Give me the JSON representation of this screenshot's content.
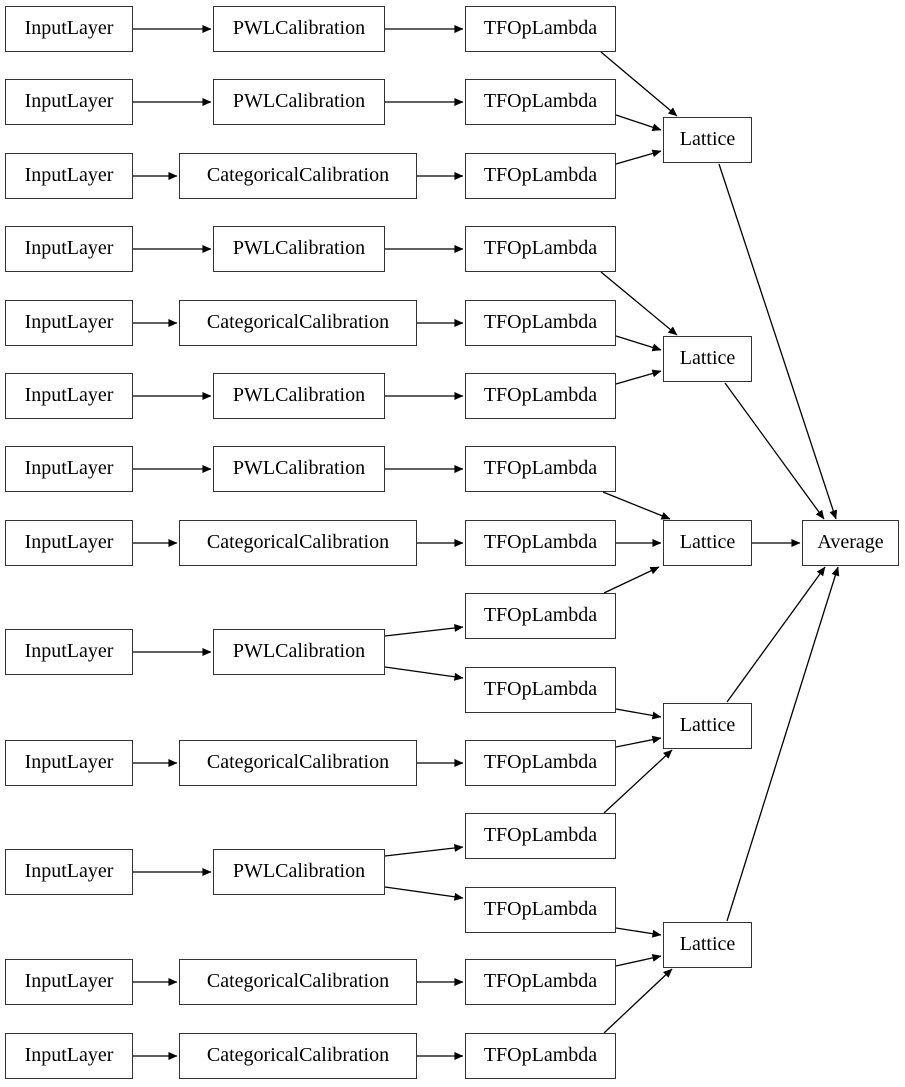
{
  "diagram": {
    "kind": "keras-model-architecture-graph",
    "colors": {
      "background": "#ffffff",
      "node_fill": "#ffffff",
      "node_border": "#333333",
      "edge": "#000000",
      "text": "#000000"
    },
    "nodes": [
      {
        "id": "input-1",
        "label": "InputLayer"
      },
      {
        "id": "input-2",
        "label": "InputLayer"
      },
      {
        "id": "input-3",
        "label": "InputLayer"
      },
      {
        "id": "input-4",
        "label": "InputLayer"
      },
      {
        "id": "input-5",
        "label": "InputLayer"
      },
      {
        "id": "input-6",
        "label": "InputLayer"
      },
      {
        "id": "input-7",
        "label": "InputLayer"
      },
      {
        "id": "input-8",
        "label": "InputLayer"
      },
      {
        "id": "input-9",
        "label": "InputLayer"
      },
      {
        "id": "input-10",
        "label": "InputLayer"
      },
      {
        "id": "input-11",
        "label": "InputLayer"
      },
      {
        "id": "input-12",
        "label": "InputLayer"
      },
      {
        "id": "input-13",
        "label": "InputLayer"
      },
      {
        "id": "pwl-1",
        "label": "PWLCalibration"
      },
      {
        "id": "pwl-2",
        "label": "PWLCalibration"
      },
      {
        "id": "cat-1",
        "label": "CategoricalCalibration"
      },
      {
        "id": "pwl-3",
        "label": "PWLCalibration"
      },
      {
        "id": "cat-2",
        "label": "CategoricalCalibration"
      },
      {
        "id": "pwl-4",
        "label": "PWLCalibration"
      },
      {
        "id": "pwl-5",
        "label": "PWLCalibration"
      },
      {
        "id": "cat-3",
        "label": "CategoricalCalibration"
      },
      {
        "id": "pwl-6",
        "label": "PWLCalibration"
      },
      {
        "id": "cat-4",
        "label": "CategoricalCalibration"
      },
      {
        "id": "pwl-7",
        "label": "PWLCalibration"
      },
      {
        "id": "cat-5",
        "label": "CategoricalCalibration"
      },
      {
        "id": "cat-6",
        "label": "CategoricalCalibration"
      },
      {
        "id": "tfop-1",
        "label": "TFOpLambda"
      },
      {
        "id": "tfop-2",
        "label": "TFOpLambda"
      },
      {
        "id": "tfop-3",
        "label": "TFOpLambda"
      },
      {
        "id": "tfop-4",
        "label": "TFOpLambda"
      },
      {
        "id": "tfop-5",
        "label": "TFOpLambda"
      },
      {
        "id": "tfop-6",
        "label": "TFOpLambda"
      },
      {
        "id": "tfop-7",
        "label": "TFOpLambda"
      },
      {
        "id": "tfop-8",
        "label": "TFOpLambda"
      },
      {
        "id": "tfop-9",
        "label": "TFOpLambda"
      },
      {
        "id": "tfop-10",
        "label": "TFOpLambda"
      },
      {
        "id": "tfop-11",
        "label": "TFOpLambda"
      },
      {
        "id": "tfop-12",
        "label": "TFOpLambda"
      },
      {
        "id": "tfop-13",
        "label": "TFOpLambda"
      },
      {
        "id": "tfop-14",
        "label": "TFOpLambda"
      },
      {
        "id": "tfop-15",
        "label": "TFOpLambda"
      },
      {
        "id": "lattice-1",
        "label": "Lattice"
      },
      {
        "id": "lattice-2",
        "label": "Lattice"
      },
      {
        "id": "lattice-3",
        "label": "Lattice"
      },
      {
        "id": "lattice-4",
        "label": "Lattice"
      },
      {
        "id": "lattice-5",
        "label": "Lattice"
      },
      {
        "id": "average-1",
        "label": "Average"
      }
    ],
    "edges": [
      {
        "from": "input-1",
        "to": "pwl-1"
      },
      {
        "from": "input-2",
        "to": "pwl-2"
      },
      {
        "from": "input-3",
        "to": "cat-1"
      },
      {
        "from": "input-4",
        "to": "pwl-3"
      },
      {
        "from": "input-5",
        "to": "cat-2"
      },
      {
        "from": "input-6",
        "to": "pwl-4"
      },
      {
        "from": "input-7",
        "to": "pwl-5"
      },
      {
        "from": "input-8",
        "to": "cat-3"
      },
      {
        "from": "input-9",
        "to": "pwl-6"
      },
      {
        "from": "input-10",
        "to": "cat-4"
      },
      {
        "from": "input-11",
        "to": "pwl-7"
      },
      {
        "from": "input-12",
        "to": "cat-5"
      },
      {
        "from": "input-13",
        "to": "cat-6"
      },
      {
        "from": "pwl-1",
        "to": "tfop-1"
      },
      {
        "from": "pwl-2",
        "to": "tfop-2"
      },
      {
        "from": "cat-1",
        "to": "tfop-3"
      },
      {
        "from": "pwl-3",
        "to": "tfop-4"
      },
      {
        "from": "cat-2",
        "to": "tfop-5"
      },
      {
        "from": "pwl-4",
        "to": "tfop-6"
      },
      {
        "from": "pwl-5",
        "to": "tfop-7"
      },
      {
        "from": "cat-3",
        "to": "tfop-8"
      },
      {
        "from": "pwl-6",
        "to": "tfop-9"
      },
      {
        "from": "pwl-6",
        "to": "tfop-10"
      },
      {
        "from": "cat-4",
        "to": "tfop-11"
      },
      {
        "from": "pwl-7",
        "to": "tfop-12"
      },
      {
        "from": "pwl-7",
        "to": "tfop-13"
      },
      {
        "from": "cat-5",
        "to": "tfop-14"
      },
      {
        "from": "cat-6",
        "to": "tfop-15"
      },
      {
        "from": "tfop-1",
        "to": "lattice-1"
      },
      {
        "from": "tfop-2",
        "to": "lattice-1"
      },
      {
        "from": "tfop-3",
        "to": "lattice-1"
      },
      {
        "from": "tfop-4",
        "to": "lattice-2"
      },
      {
        "from": "tfop-5",
        "to": "lattice-2"
      },
      {
        "from": "tfop-6",
        "to": "lattice-2"
      },
      {
        "from": "tfop-7",
        "to": "lattice-3"
      },
      {
        "from": "tfop-8",
        "to": "lattice-3"
      },
      {
        "from": "tfop-9",
        "to": "lattice-3"
      },
      {
        "from": "tfop-10",
        "to": "lattice-4"
      },
      {
        "from": "tfop-11",
        "to": "lattice-4"
      },
      {
        "from": "tfop-12",
        "to": "lattice-4"
      },
      {
        "from": "tfop-13",
        "to": "lattice-5"
      },
      {
        "from": "tfop-14",
        "to": "lattice-5"
      },
      {
        "from": "tfop-15",
        "to": "lattice-5"
      },
      {
        "from": "lattice-1",
        "to": "average-1"
      },
      {
        "from": "lattice-2",
        "to": "average-1"
      },
      {
        "from": "lattice-3",
        "to": "average-1"
      },
      {
        "from": "lattice-4",
        "to": "average-1"
      },
      {
        "from": "lattice-5",
        "to": "average-1"
      }
    ]
  }
}
